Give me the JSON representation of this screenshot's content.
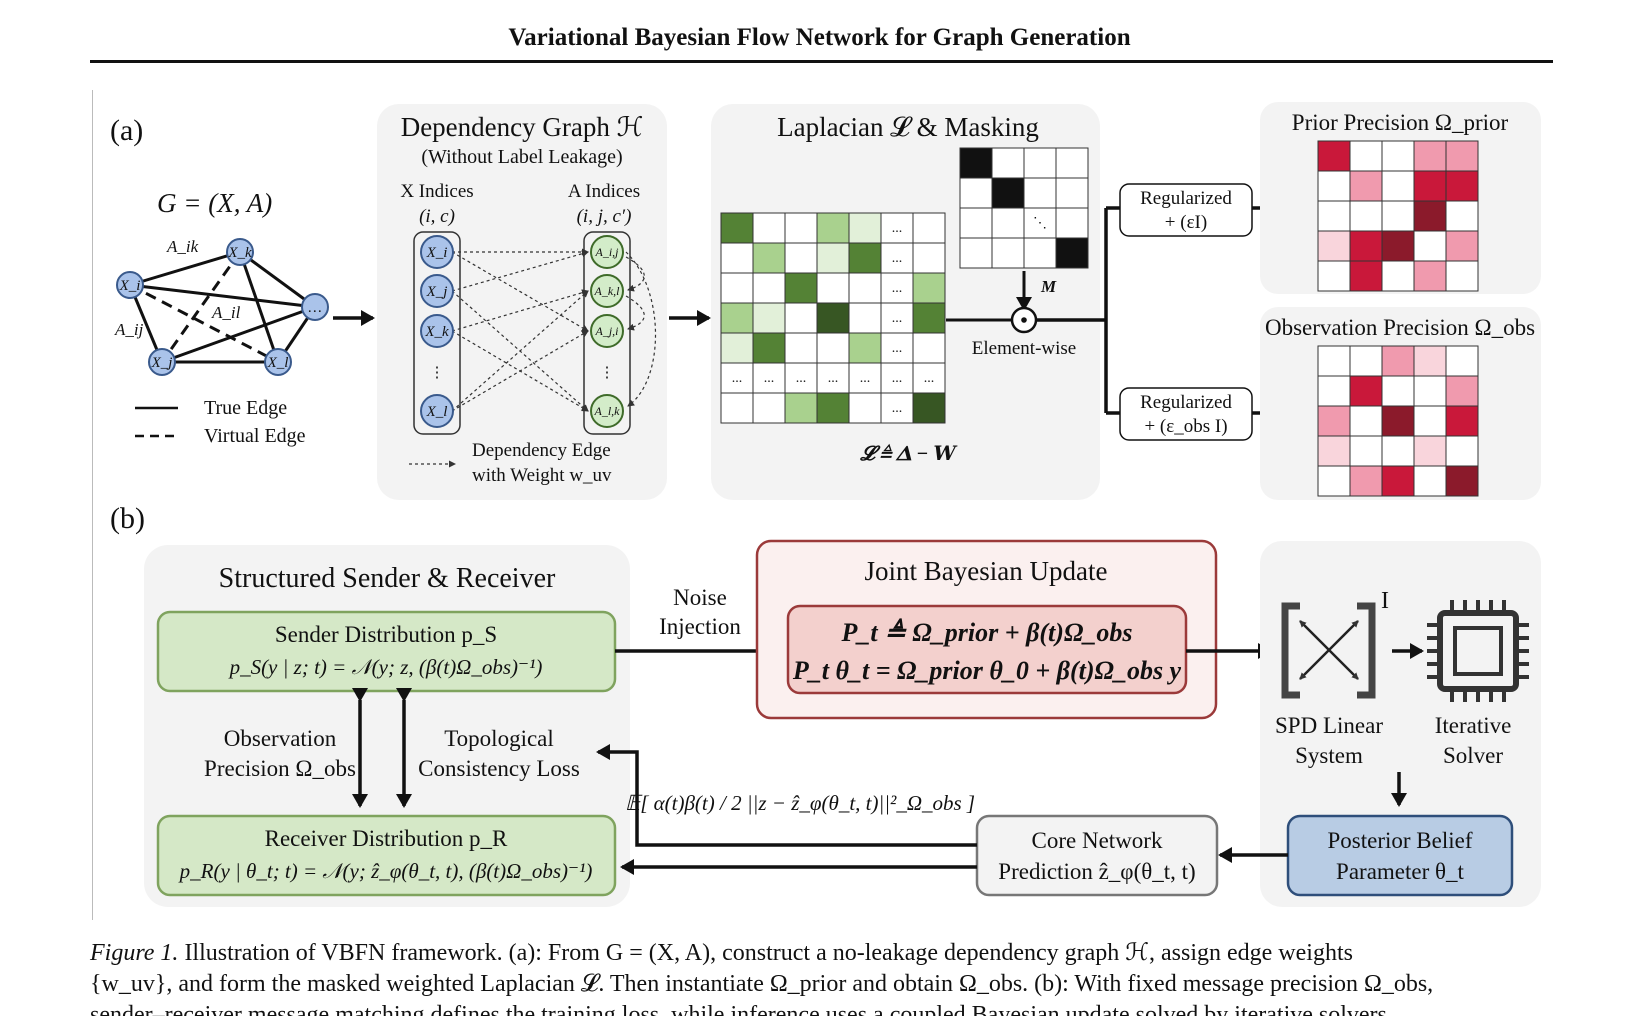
{
  "header": {
    "title": "Variational Bayesian Flow Network for Graph Generation"
  },
  "panel_a": {
    "label": "(a)",
    "graph": {
      "title": "G = (X, A)",
      "nodes": [
        "X_i",
        "X_k",
        "…",
        "X_j",
        "X_l"
      ],
      "edge_labels": [
        "A_ik",
        "A_il",
        "A_ij"
      ],
      "legend_true": "True Edge",
      "legend_virtual": "Virtual Edge"
    },
    "dependency": {
      "title": "Dependency Graph ℋ",
      "subtitle": "(Without Label Leakage)",
      "x_col": "X Indices",
      "x_sub": "(i, c)",
      "a_col": "A Indices",
      "a_sub": "(i, j, c′)",
      "x_nodes": [
        "X_i",
        "X_j",
        "X_k",
        "⋮",
        "X_l"
      ],
      "a_nodes": [
        "A_i,j",
        "A_k,l",
        "A_j,i",
        "⋮",
        "A_l,k"
      ],
      "edge_legend_1": "Dependency Edge",
      "edge_legend_2": "with Weight w_uv"
    },
    "laplacian": {
      "title": "Laplacian 𝓛 & Masking",
      "formula": "𝓛 ≜ 𝚫 − 𝑾",
      "mask_label": "M",
      "op_label": "Element-wise"
    },
    "regularized_prior": {
      "line1": "Regularized",
      "line2": "+ (εI)"
    },
    "regularized_obs": {
      "line1": "Regularized",
      "line2": "+ (ε_obs I)"
    },
    "prior_precision": {
      "title": "Prior Precision Ω_prior"
    },
    "obs_precision": {
      "title": "Observation Precision Ω_obs"
    }
  },
  "panel_b": {
    "label": "(b)",
    "sender_receiver_title": "Structured Sender & Receiver",
    "sender": {
      "line1": "Sender Distribution p_S",
      "line2": "p_S(y | z; t) = 𝒩(y; z, (β(t)Ω_obs)⁻¹)"
    },
    "receiver": {
      "line1": "Receiver Distribution p_R",
      "line2": "p_R(y | θ_t; t) = 𝒩(y; ẑ_φ(θ_t, t), (β(t)Ω_obs)⁻¹)"
    },
    "obs_precision_label": {
      "line1": "Observation",
      "line2": "Precision Ω_obs"
    },
    "topo_label": {
      "line1": "Topological",
      "line2": "Consistency Loss"
    },
    "noise_label": {
      "line1": "Noise",
      "line2": "Injection"
    },
    "joint_update": {
      "title": "Joint Bayesian Update",
      "eq1": "P_t ≜ Ω_prior + β(t)Ω_obs",
      "eq2": "P_t θ_t = Ω_prior θ_0 + β(t)Ω_obs y"
    },
    "loss_expr": "𝔼[ α(t)β(t) / 2 ||z − ẑ_φ(θ_t, t)||²_Ω_obs ]",
    "spd_label": {
      "line1": "SPD Linear",
      "line2": "System"
    },
    "solver_label": {
      "line1": "Iterative",
      "line2": "Solver"
    },
    "inverse_mark": "I",
    "core_network": {
      "line1": "Core Network",
      "line2": "Prediction ẑ_φ(θ_t, t)"
    },
    "posterior": {
      "line1": "Posterior Belief",
      "line2": "Parameter θ_t"
    }
  },
  "caption": {
    "label": "Figure 1.",
    "line1": "Illustration of VBFN framework. (a): From G = (X, A), construct a no-leakage dependency graph ℋ, assign edge weights",
    "line2": "{w_uv}, and form the masked weighted Laplacian 𝓛. Then instantiate Ω_prior and obtain Ω_obs. (b): With fixed message precision Ω_obs,",
    "line3": "sender–receiver message matching defines the training loss, while inference uses a coupled Bayesian update solved by iterative solvers."
  },
  "colors": {
    "panel_bg": "#f3f3f3",
    "node_fill": "#aac3ea",
    "a_node_fill": "#d3ecc9",
    "green_box": "#d5e8c7",
    "green_border": "#7fa35e",
    "update_bg": "#fbf0ef",
    "update_border": "#9b3a3a",
    "update_inner": "#f3d0cd",
    "posterior_fill": "#b8cce4",
    "posterior_border": "#2e4e7a",
    "laplacian_greens": [
      "#ffffff",
      "#e2f0d9",
      "#a9d18e",
      "#548235",
      "#375623"
    ],
    "precision_reds": [
      "#ffffff",
      "#f9d5dc",
      "#f09aae",
      "#c9183a",
      "#8b1a2b"
    ]
  },
  "matrices": {
    "laplacian": [
      [
        3,
        0,
        0,
        2,
        1,
        5,
        0
      ],
      [
        0,
        2,
        0,
        1,
        3,
        5,
        0
      ],
      [
        0,
        0,
        3,
        0,
        0,
        5,
        2
      ],
      [
        2,
        1,
        0,
        4,
        0,
        5,
        3
      ],
      [
        1,
        3,
        0,
        0,
        2,
        5,
        0
      ],
      [
        5,
        5,
        5,
        5,
        5,
        5,
        5
      ],
      [
        0,
        0,
        2,
        3,
        0,
        5,
        4
      ]
    ],
    "mask": [
      [
        1,
        0,
        0,
        0
      ],
      [
        0,
        1,
        0,
        0
      ],
      [
        0,
        0,
        2,
        0
      ],
      [
        0,
        0,
        0,
        1
      ]
    ],
    "prior": [
      [
        3,
        0,
        0,
        2,
        2
      ],
      [
        0,
        2,
        0,
        3,
        3
      ],
      [
        0,
        0,
        0,
        4,
        0
      ],
      [
        1,
        3,
        4,
        0,
        2
      ],
      [
        0,
        3,
        0,
        2,
        0
      ]
    ],
    "obs": [
      [
        0,
        0,
        2,
        1,
        0
      ],
      [
        0,
        3,
        0,
        0,
        2
      ],
      [
        2,
        0,
        4,
        0,
        3
      ],
      [
        1,
        0,
        0,
        1,
        0
      ],
      [
        0,
        2,
        3,
        0,
        4
      ]
    ]
  }
}
